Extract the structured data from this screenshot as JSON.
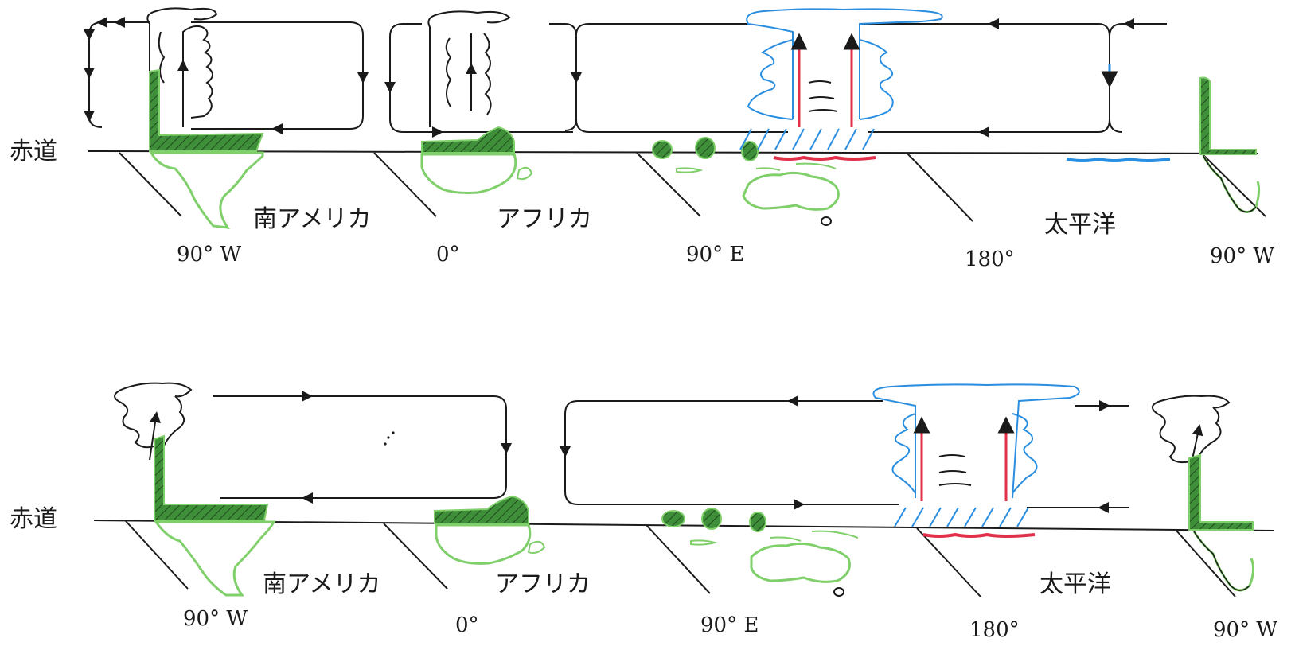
{
  "panels": [
    {
      "equator_label": "赤道",
      "longitudes": [
        "90° W",
        "0°",
        "90° E",
        "180°",
        "90° W"
      ],
      "regions": [
        "南アメリカ",
        "アフリカ",
        "太平洋"
      ]
    },
    {
      "equator_label": "赤道",
      "longitudes": [
        "90° W",
        "0°",
        "90° E",
        "180°",
        "90° W"
      ],
      "regions": [
        "南アメリカ",
        "アフリカ",
        "太平洋"
      ]
    }
  ],
  "colors": {
    "line": "#1a1a1a",
    "land_fill": "#3f8f3a",
    "land_outline": "#7fcf6a",
    "cloud_outline_blue": "#2a8ee0",
    "warm_water_red": "#e0304a",
    "cool_water_blue": "#2a8ee0",
    "rising_air_red": "#e0304a"
  }
}
